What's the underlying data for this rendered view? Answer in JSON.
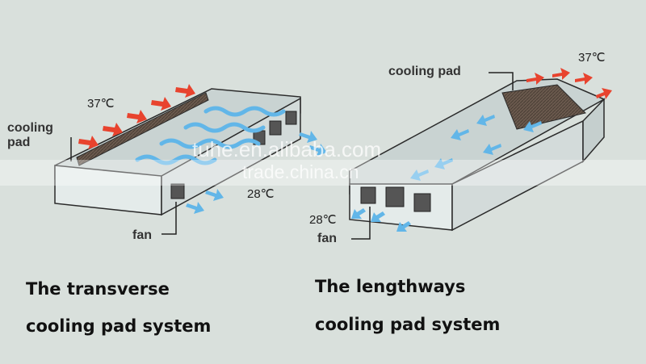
{
  "colors": {
    "background": "#d9e0dc",
    "wall_fill": "#e4ebea",
    "roof_fill": "#c9d3d2",
    "outline": "#2a2a2a",
    "pad_fill": "#6b5a4e",
    "hot_air_arrow": "#e8432e",
    "cool_air_arrow": "#62b6e8"
  },
  "left_diagram": {
    "temp_hot": "37℃",
    "temp_cool": "28℃",
    "pad_label_line1": "cooling",
    "pad_label_line2": "pad",
    "fan_label": "fan",
    "caption_line1": "The transverse",
    "caption_line2": "cooling pad system"
  },
  "right_diagram": {
    "temp_hot": "37℃",
    "temp_cool": "28℃",
    "pad_label": "cooling pad",
    "fan_label": "fan",
    "caption_line1": "The lengthways",
    "caption_line2": "cooling pad system"
  },
  "watermark": {
    "line1": "tuhe.en.alibaba.com",
    "line2": "trade.china.cn"
  }
}
